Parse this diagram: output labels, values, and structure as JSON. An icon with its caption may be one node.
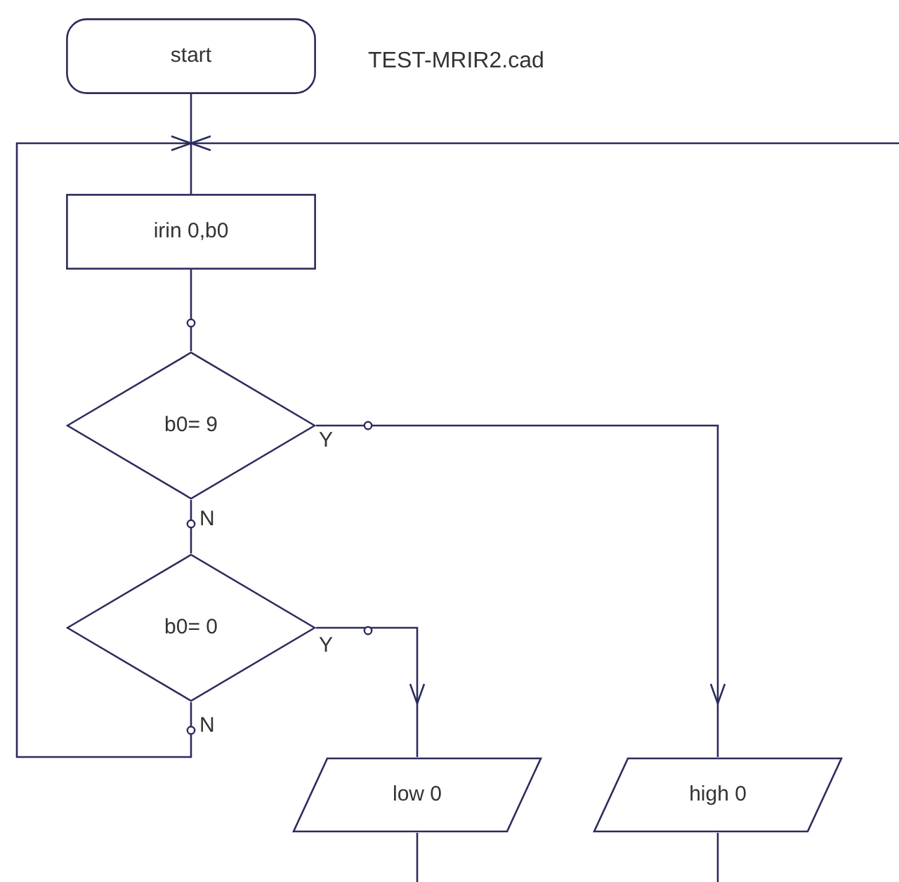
{
  "diagram": {
    "nodes": [
      {
        "text": [
          "start"
        ]
      },
      {
        "text": [
          "irin 0,b0"
        ]
      },
      {
        "text": [
          "b0= 9"
        ]
      },
      {
        "text": [
          "b0= 0"
        ]
      },
      {
        "text": [
          "low 0"
        ]
      },
      {
        "text": [
          "high 0"
        ]
      }
    ],
    "edges": [
      {
        "from": 0,
        "to": 1,
        "arrow": "none"
      },
      {
        "from": 1,
        "to": 2,
        "arrow": "none"
      },
      {
        "from": 2,
        "to": 3,
        "arrow": "none",
        "label": "N"
      },
      {
        "from": 2,
        "to": 5,
        "arrow": "to",
        "label": "Y"
      },
      {
        "from": 3,
        "to": 4,
        "arrow": "to",
        "label": "Y"
      },
      {
        "from": 3,
        "to": 1,
        "arrow": "to",
        "label": "N"
      },
      {
        "from": null,
        "to": 1,
        "arrow": "to"
      },
      {
        "from": 4,
        "to": null,
        "arrow": "none"
      },
      {
        "from": 5,
        "to": null,
        "arrow": "none"
      }
    ],
    "labels": [
      "TEST-MRIR2.cad"
    ]
  }
}
